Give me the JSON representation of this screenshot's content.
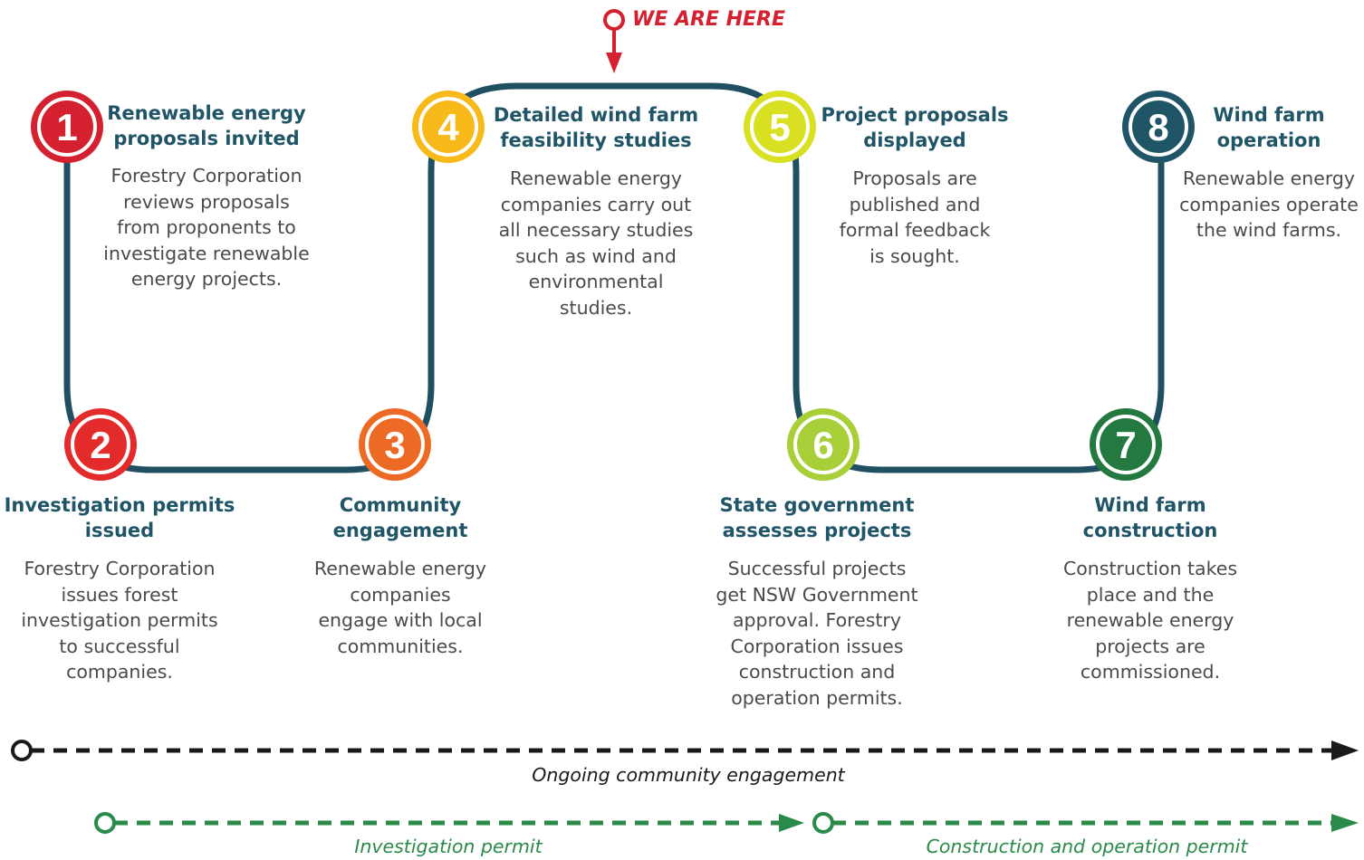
{
  "marker": {
    "label": "WE ARE HERE",
    "color": "#d4202f"
  },
  "steps": [
    {
      "number": "1",
      "title_lines": [
        "Renewable energy",
        "proposals invited"
      ],
      "desc_lines": [
        "Forestry Corporation",
        "reviews proposals",
        "from proponents to",
        "investigate renewable",
        "energy projects."
      ],
      "color": "#d4202f"
    },
    {
      "number": "2",
      "title_lines": [
        "Investigation permits",
        "issued"
      ],
      "desc_lines": [
        "Forestry Corporation",
        "issues forest",
        "investigation permits",
        "to successful",
        "companies."
      ],
      "color": "#e42b2b"
    },
    {
      "number": "3",
      "title_lines": [
        "Community",
        "engagement"
      ],
      "desc_lines": [
        "Renewable energy",
        "companies",
        "engage with local",
        "communities."
      ],
      "color": "#ec6a24"
    },
    {
      "number": "4",
      "title_lines": [
        "Detailed wind farm",
        "feasibility studies"
      ],
      "desc_lines": [
        "Renewable energy",
        "companies carry out",
        "all necessary studies",
        "such as wind and",
        "environmental",
        "studies."
      ],
      "color": "#f8b91a"
    },
    {
      "number": "5",
      "title_lines": [
        "Project proposals",
        "displayed"
      ],
      "desc_lines": [
        "Proposals are",
        "published and",
        "formal feedback",
        "is sought."
      ],
      "color": "#d9e021"
    },
    {
      "number": "6",
      "title_lines": [
        "State government",
        "assesses projects"
      ],
      "desc_lines": [
        "Successful projects",
        "get NSW Government",
        "approval. Forestry",
        "Corporation issues",
        "construction and",
        "operation permits."
      ],
      "color": "#a8cf38"
    },
    {
      "number": "7",
      "title_lines": [
        "Wind farm",
        "construction"
      ],
      "desc_lines": [
        "Construction takes",
        "place and the",
        "renewable energy",
        "projects are",
        "commissioned."
      ],
      "color": "#23793f"
    },
    {
      "number": "8",
      "title_lines": [
        "Wind farm",
        "operation"
      ],
      "desc_lines": [
        "Renewable energy",
        "companies operate",
        "the wind farms."
      ],
      "color": "#1f5566"
    }
  ],
  "timelines": [
    {
      "label": "Ongoing community engagement",
      "color": "#1a1a1a"
    },
    {
      "label": "Investigation permit",
      "color": "#2a8a4a"
    },
    {
      "label": "Construction and operation permit",
      "color": "#2a8a4a"
    }
  ],
  "path_color": "#1f4f60"
}
